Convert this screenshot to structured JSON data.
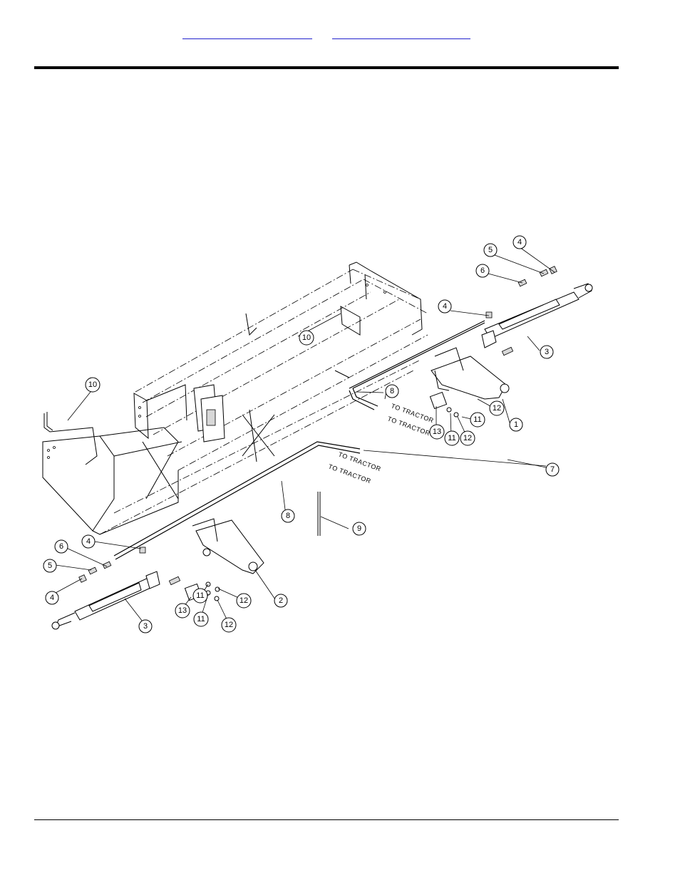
{
  "links": {
    "left_link": "",
    "right_link": ""
  },
  "callouts": [
    {
      "id": "c-4-top",
      "label": "4"
    },
    {
      "id": "c-5-top",
      "label": "5"
    },
    {
      "id": "c-6-top",
      "label": "6"
    },
    {
      "id": "c-4-mid",
      "label": "4"
    },
    {
      "id": "c-10-center",
      "label": "10"
    },
    {
      "id": "c-3-right",
      "label": "3"
    },
    {
      "id": "c-8-right",
      "label": "8"
    },
    {
      "id": "c-12-right-a",
      "label": "12"
    },
    {
      "id": "c-11-right-a",
      "label": "11"
    },
    {
      "id": "c-1",
      "label": "1"
    },
    {
      "id": "c-13-right",
      "label": "13"
    },
    {
      "id": "c-11-right-b",
      "label": "11"
    },
    {
      "id": "c-12-right-b",
      "label": "12"
    },
    {
      "id": "c-10-left",
      "label": "10"
    },
    {
      "id": "c-7",
      "label": "7"
    },
    {
      "id": "c-8-center",
      "label": "8"
    },
    {
      "id": "c-9",
      "label": "9"
    },
    {
      "id": "c-4-left-a",
      "label": "4"
    },
    {
      "id": "c-6-left",
      "label": "6"
    },
    {
      "id": "c-5-left",
      "label": "5"
    },
    {
      "id": "c-4-left-b",
      "label": "4"
    },
    {
      "id": "c-2",
      "label": "2"
    },
    {
      "id": "c-12-left-a",
      "label": "12"
    },
    {
      "id": "c-11-left-a",
      "label": "11"
    },
    {
      "id": "c-13-left",
      "label": "13"
    },
    {
      "id": "c-11-left-b",
      "label": "11"
    },
    {
      "id": "c-12-left-b",
      "label": "12"
    },
    {
      "id": "c-3-left",
      "label": "3"
    }
  ],
  "notes": [
    {
      "id": "to-tractor-1",
      "text": "TO TRACTOR"
    },
    {
      "id": "to-tractor-2",
      "text": "TO TRACTOR"
    },
    {
      "id": "to-tractor-3",
      "text": "TO TRACTOR"
    },
    {
      "id": "to-tractor-4",
      "text": "TO TRACTOR"
    }
  ]
}
